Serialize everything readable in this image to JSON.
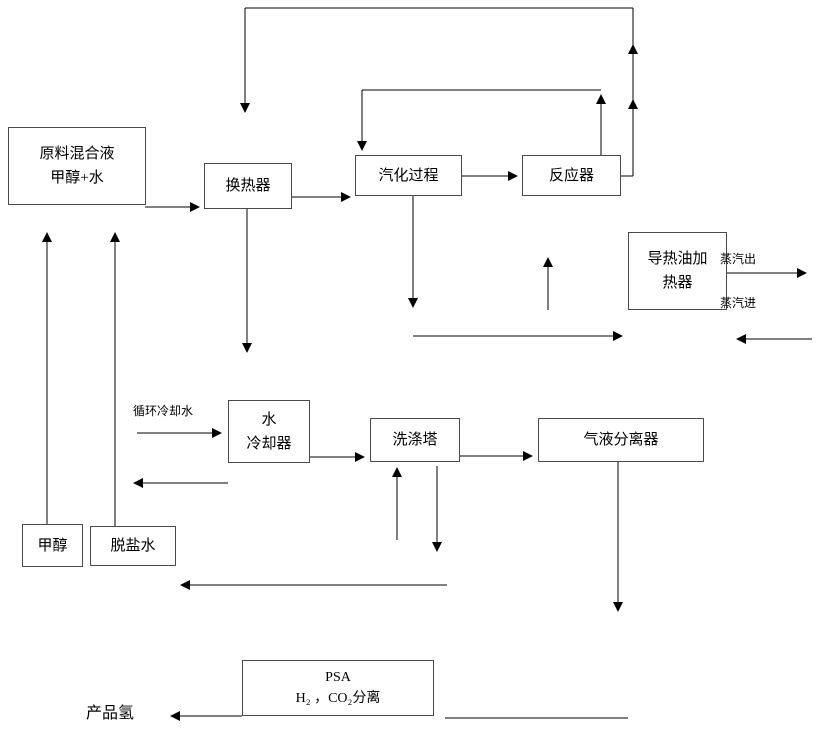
{
  "nodes": {
    "feed": {
      "line1": "原料混合液",
      "line2": "甲醇+水"
    },
    "heat_exchanger": {
      "label": "换热器"
    },
    "vaporizer": {
      "label": "汽化过程"
    },
    "reactor": {
      "label": "反应器"
    },
    "oil_heater": {
      "line1": "导热油加",
      "line2": "热器"
    },
    "water_cooler": {
      "line1": "水",
      "line2": "冷却器"
    },
    "washing_tower": {
      "label": "洗涤塔"
    },
    "separator": {
      "label": "气液分离器"
    },
    "methanol": {
      "label": "甲醇"
    },
    "desalted_water": {
      "label": "脱盐水"
    },
    "psa": {
      "line1": "PSA",
      "line2": "H₂ ，CO₂分离"
    }
  },
  "labels": {
    "steam_out": "蒸汽出",
    "steam_in": "蒸汽进",
    "cooling_water": "循环冷却水",
    "product_h2": "产品氢"
  },
  "colors": {
    "line": "#000000",
    "box_border": "#4a4a4a",
    "background": "#ffffff"
  }
}
